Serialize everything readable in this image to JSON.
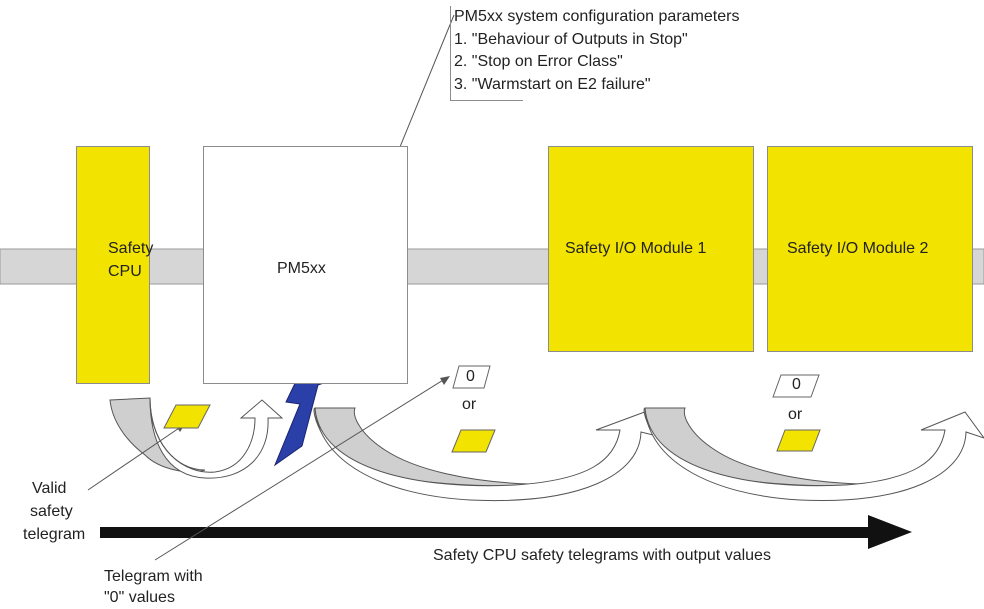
{
  "config": {
    "title": "PM5xx system configuration parameters",
    "items": [
      "1. \"Behaviour of Outputs in Stop\"",
      "2. \"Stop on Error Class\"",
      "3. \"Warmstart on E2 failure\""
    ]
  },
  "modules": {
    "cpu_line1": "Safety",
    "cpu_line2": "CPU",
    "pm": "PM5xx",
    "io1": "Safety I/O Module 1",
    "io2": "Safety I/O Module 2"
  },
  "telegrams": {
    "zero_value_1": "0",
    "zero_value_2": "0",
    "or_1": "or",
    "or_2": "or"
  },
  "annotations": {
    "valid_line1": "Valid",
    "valid_line2": "safety",
    "valid_line3": "telegram",
    "zero_line1": "Telegram with",
    "zero_line2": "\"0\" values",
    "flow_label": "Safety CPU safety telegrams with output values"
  },
  "colors": {
    "module_yellow": "#f2e400",
    "bus_gray": "#d6d6d6",
    "fault_blue": "#2b3fa8",
    "arrow_gray": "#cfcfcf"
  }
}
